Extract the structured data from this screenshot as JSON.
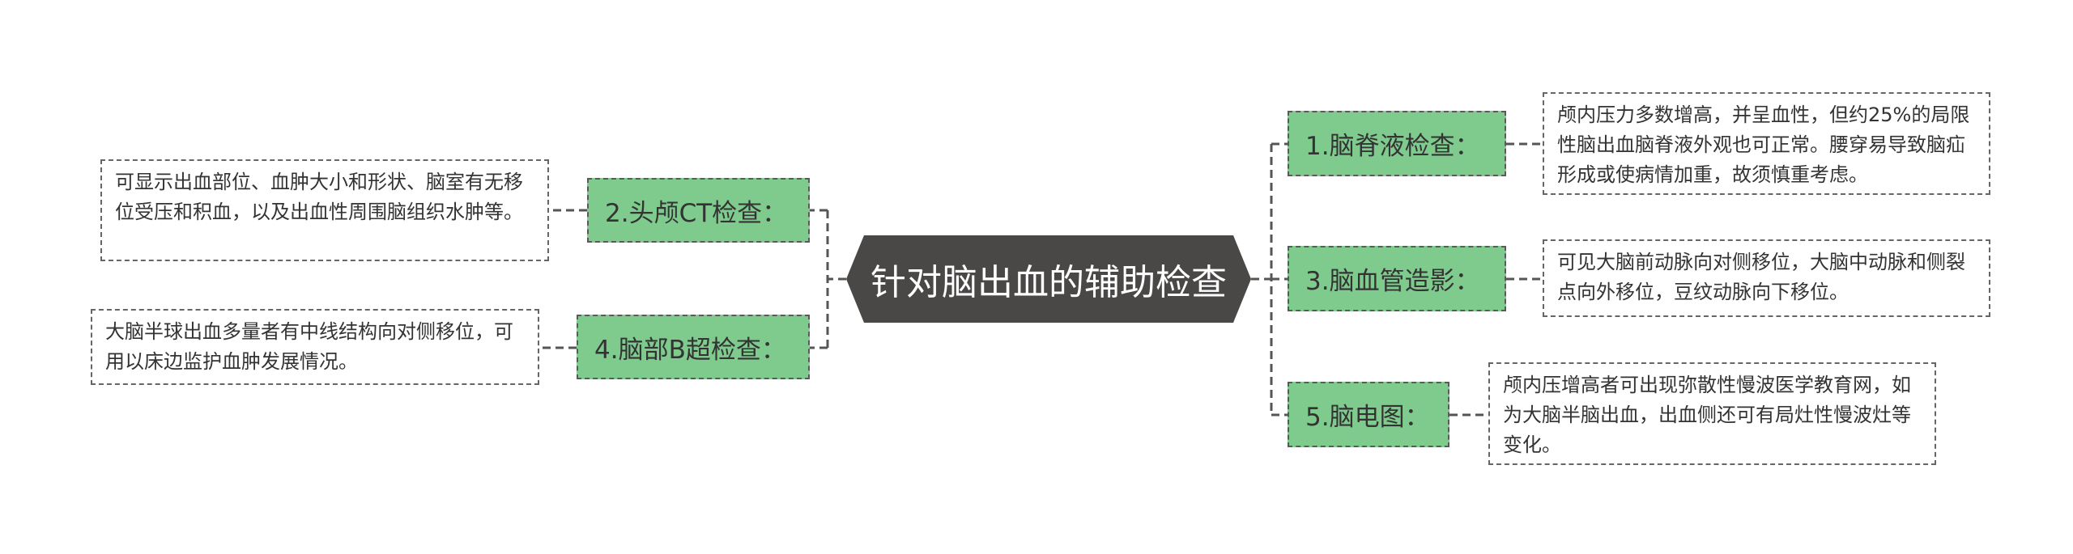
{
  "root": {
    "label": "针对脑出血的辅助检查"
  },
  "left": [
    {
      "label": "2.头颅CT检查：",
      "detail": "可显示出血部位、血肿大小和形状、脑室有无移位受压和积血，以及出血性周围脑组织水肿等。"
    },
    {
      "label": "4.脑部B超检查：",
      "detail": "大脑半球出血多量者有中线结构向对侧移位，可用以床边监护血肿发展情况。"
    }
  ],
  "right": [
    {
      "label": "1.脑脊液检查：",
      "detail": "颅内压力多数增高，并呈血性，但约25%的局限性脑出血脑脊液外观也可正常。腰穿易导致脑疝形成或使病情加重，故须慎重考虑。"
    },
    {
      "label": "3.脑血管造影：",
      "detail": "可见大脑前动脉向对侧移位，大脑中动脉和侧裂点向外移位，豆纹动脉向下移位。"
    },
    {
      "label": "5.脑电图：",
      "detail": "颅内压增高者可出现弥散性慢波医学教育网，如为大脑半脑出血，出血侧还可有局灶性慢波灶等变化。"
    }
  ],
  "colors": {
    "root_bg": "#4a4747",
    "branch_bg": "#7fcb8e",
    "connector": "#555555"
  }
}
